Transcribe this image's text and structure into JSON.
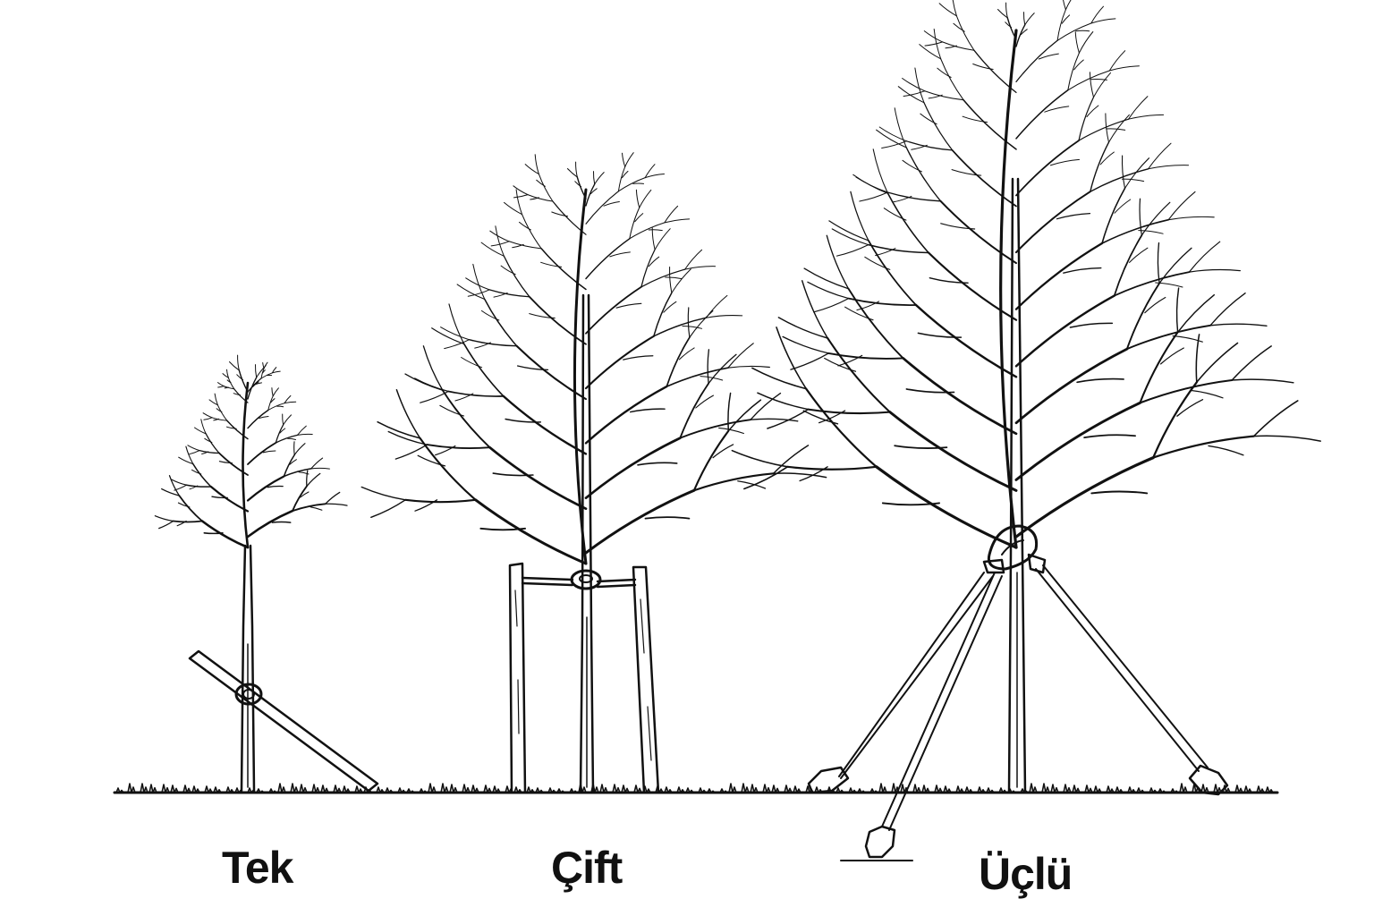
{
  "labels": {
    "single": "Tek",
    "double": "Çift",
    "triple": "Üçlü"
  },
  "colors": {
    "ink": "#111111",
    "background": "#ffffff"
  }
}
